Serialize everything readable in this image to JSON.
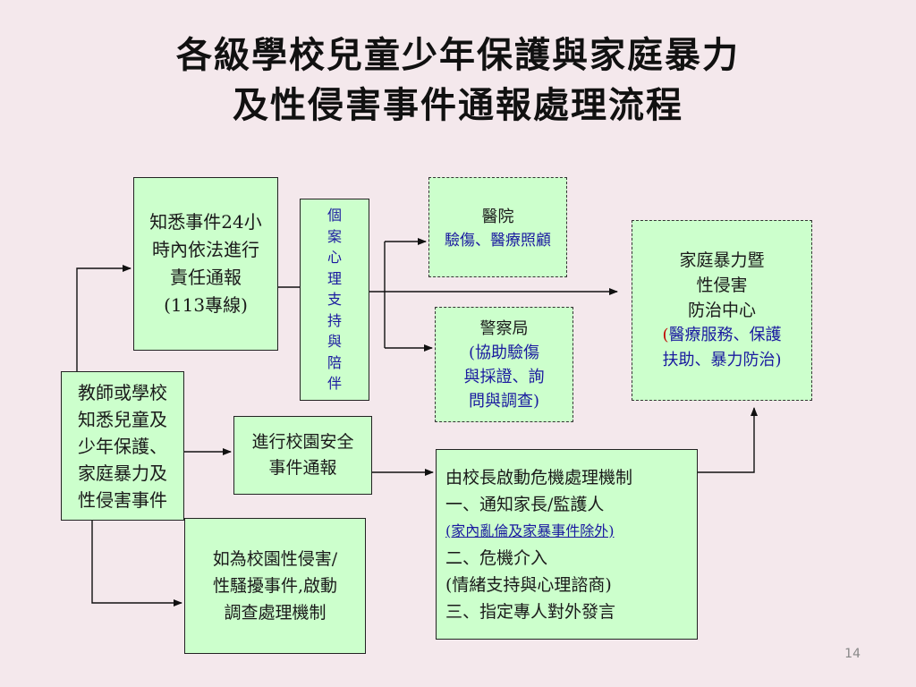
{
  "title": {
    "line1": "各級學校兒童少年保護與家庭暴力",
    "line2": "及性侵害事件通報處理流程"
  },
  "boxes": {
    "report24": {
      "lines": [
        "知悉事件24小",
        "時內依法進行",
        "責任通報",
        "(113專線)"
      ]
    },
    "teacher": {
      "lines": [
        "教師或學校",
        "知悉兒童及",
        "少年保護、",
        "家庭暴力及",
        "性侵害事件"
      ]
    },
    "case_support": {
      "chars": [
        "個",
        "案",
        "心",
        "理",
        "支",
        "持",
        "與",
        "陪",
        "伴"
      ]
    },
    "hospital": {
      "name": "醫院",
      "detail": "驗傷、醫療照顧"
    },
    "police": {
      "name": "警察局",
      "detail_lines": [
        "(協助驗傷",
        "與採證、詢",
        "問與調查)"
      ]
    },
    "dv_center": {
      "lines": [
        "家庭暴力暨",
        "性侵害",
        "防治中心"
      ],
      "open_paren": "(",
      "detail_1": "醫療服務、保護",
      "detail_2": "扶助、暴力防治",
      "close_paren": ")"
    },
    "campus_safety": {
      "lines": [
        "進行校園安全",
        "事件通報"
      ]
    },
    "principal": {
      "line1": "由校長啟動危機處理機制",
      "line2": "一、通知家長/監護人",
      "line3": "(家內亂倫及家暴事件除外)",
      "line4": "二、危機介入",
      "line5": "(情緒支持與心理諮商)",
      "line6": "三、指定專人對外發言"
    },
    "campus_sexual": {
      "lines": [
        "如為校園性侵害/",
        "性騷擾事件,啟動",
        "調查處理機制"
      ]
    }
  },
  "page_number": "14",
  "colors": {
    "box_fill": "#ccffcc",
    "background": "#f4e8ec",
    "accent_blue": "#1a1aa0",
    "accent_red": "#c00000"
  }
}
